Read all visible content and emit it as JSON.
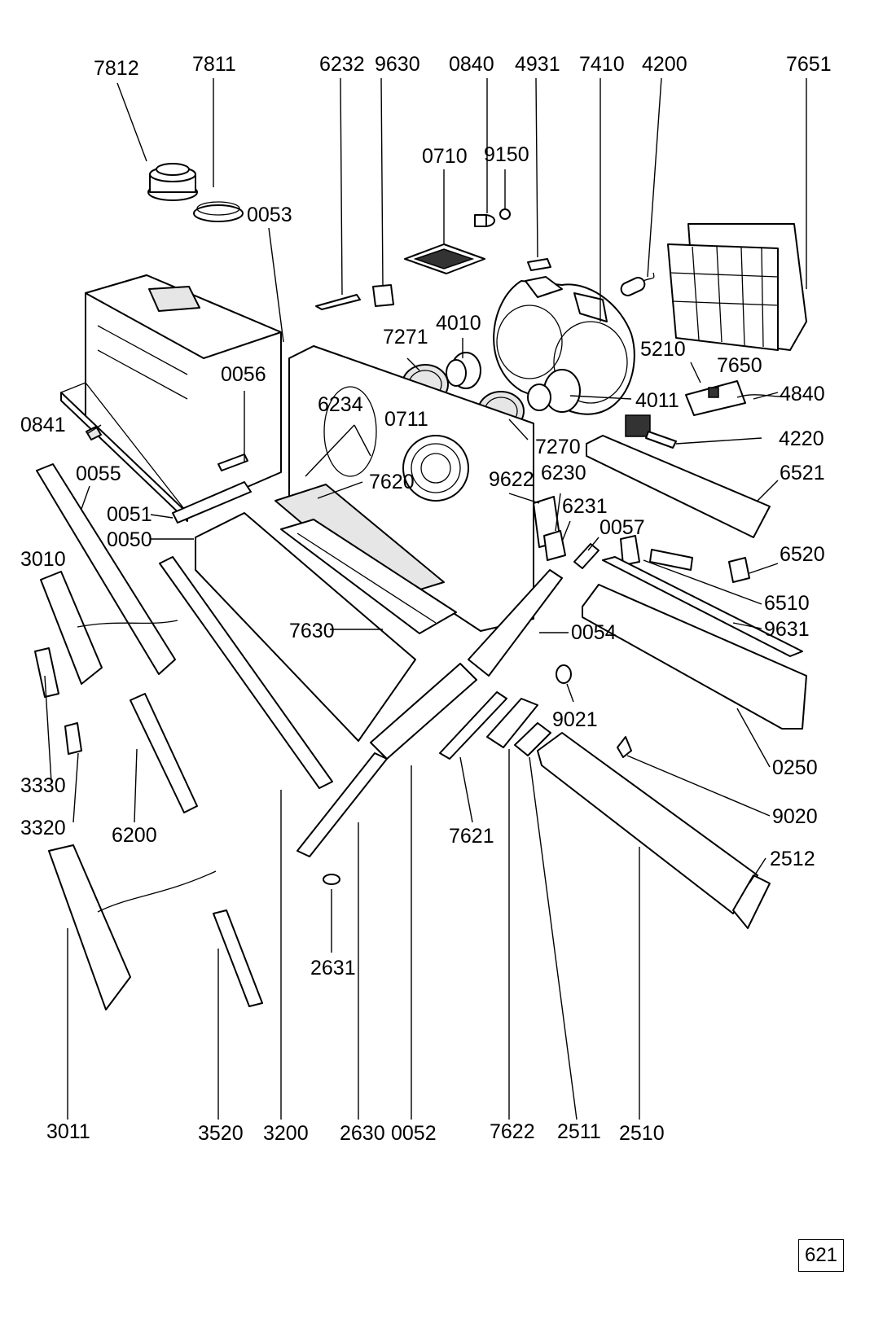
{
  "page_number": "621",
  "part_labels": {
    "p7812": "7812",
    "p7811": "7811",
    "p6232": "6232",
    "p9630": "9630",
    "p0840": "0840",
    "p4931": "4931",
    "p7410": "7410",
    "p4200": "4200",
    "p7651": "7651",
    "p0710": "0710",
    "p9150": "9150",
    "p0053": "0053",
    "p4010": "4010",
    "p7271": "7271",
    "p5210": "5210",
    "p7650": "7650",
    "p0056": "0056",
    "p4840": "4840",
    "p4011": "4011",
    "p6234": "6234",
    "p0711": "0711",
    "p0841": "0841",
    "p7270": "7270",
    "p4220": "4220",
    "p0055": "0055",
    "p6521": "6521",
    "p9622": "9622",
    "p6230": "6230",
    "p7620": "7620",
    "p0051": "0051",
    "p6231": "6231",
    "p0057": "0057",
    "p0050": "0050",
    "p6520": "6520",
    "p3010": "3010",
    "p6510": "6510",
    "p9631": "9631",
    "p7630": "7630",
    "p0054": "0054",
    "p9021": "9021",
    "p0250": "0250",
    "p3330": "3330",
    "p9020": "9020",
    "p3320": "3320",
    "p6200": "6200",
    "p7621": "7621",
    "p2512": "2512",
    "p2631": "2631",
    "p3011": "3011",
    "p3520": "3520",
    "p3200": "3200",
    "p2630": "2630",
    "p0052": "0052",
    "p7622": "7622",
    "p2511": "2511",
    "p2510": "2510"
  }
}
